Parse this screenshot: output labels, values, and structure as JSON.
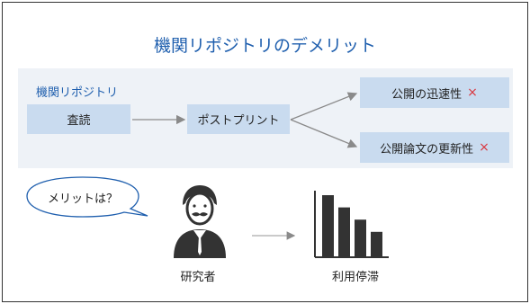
{
  "slide": {
    "title": "機関リポジトリのデメリット",
    "panel_label": "機関リポジトリ",
    "flow": {
      "review": "査読",
      "postprint": "ポストプリント",
      "outcomes": [
        {
          "label": "公開の迅速性",
          "mark": "×"
        },
        {
          "label": "公開論文の更新性",
          "mark": "×"
        }
      ]
    },
    "speech_bubble": "メリットは？",
    "researcher_label": "研究者",
    "usage_label": "利用停滞",
    "usage_chart_values": [
      5,
      4,
      3,
      2
    ],
    "icons": {
      "researcher": "researcher-icon",
      "bar_chart": "bar-chart-icon"
    },
    "colors": {
      "title": "#1f5fae",
      "box_fill": "#c9dbef",
      "panel_fill": "#eef2f7",
      "x_mark": "#d9363e",
      "icon": "#333333"
    }
  }
}
